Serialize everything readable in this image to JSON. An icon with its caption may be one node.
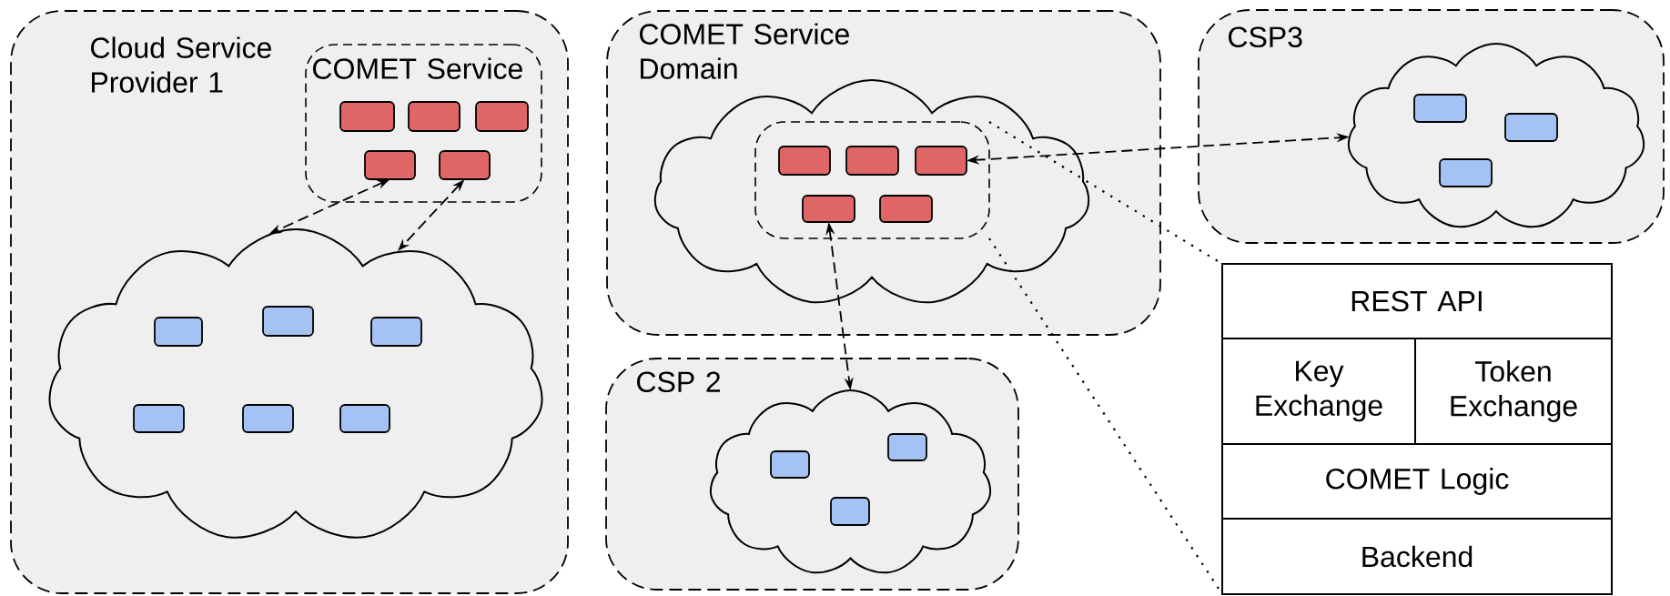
{
  "diagram": {
    "nodes": [
      {
        "text": [
          "Cloud Service Provider 1"
        ]
      },
      {
        "text": [
          "COMET Service"
        ],
        "in": 0
      },
      {
        "text": [],
        "shape": "box",
        "in": 1
      },
      {
        "text": [],
        "shape": "box",
        "in": 1
      },
      {
        "text": [],
        "shape": "box",
        "in": 1
      },
      {
        "text": [],
        "shape": "box",
        "in": 1
      },
      {
        "text": [],
        "shape": "box",
        "in": 1
      },
      {
        "text": [],
        "shape": "cloud",
        "in": 0
      },
      {
        "text": [],
        "shape": "box",
        "in": 7
      },
      {
        "text": [],
        "shape": "box",
        "in": 7
      },
      {
        "text": [],
        "shape": "box",
        "in": 7
      },
      {
        "text": [],
        "shape": "box",
        "in": 7
      },
      {
        "text": [],
        "shape": "box",
        "in": 7
      },
      {
        "text": [],
        "shape": "box",
        "in": 7
      },
      {
        "text": [
          "COMET Service Domain"
        ]
      },
      {
        "text": [],
        "shape": "cloud",
        "in": 14
      },
      {
        "text": [],
        "shape": "box",
        "in": 15
      },
      {
        "text": [],
        "shape": "box",
        "in": 16
      },
      {
        "text": [],
        "shape": "box",
        "in": 16
      },
      {
        "text": [],
        "shape": "box",
        "in": 16
      },
      {
        "text": [],
        "shape": "box",
        "in": 16
      },
      {
        "text": [],
        "shape": "box",
        "in": 16
      },
      {
        "text": [
          "CSP 2"
        ]
      },
      {
        "text": [],
        "shape": "cloud",
        "in": 22
      },
      {
        "text": [],
        "shape": "box",
        "in": 23
      },
      {
        "text": [],
        "shape": "box",
        "in": 23
      },
      {
        "text": [],
        "shape": "box",
        "in": 23
      },
      {
        "text": [
          "CSP3"
        ]
      },
      {
        "text": [],
        "shape": "cloud",
        "in": 27
      },
      {
        "text": [],
        "shape": "box",
        "in": 28
      },
      {
        "text": [],
        "shape": "box",
        "in": 28
      },
      {
        "text": [],
        "shape": "box",
        "in": 28
      },
      {
        "text": [
          "REST API"
        ]
      },
      {
        "text": [
          "Key Exchange"
        ]
      },
      {
        "text": [
          "Token Exchange"
        ]
      },
      {
        "text": [
          "COMET Logic"
        ]
      },
      {
        "text": [
          "Backend"
        ]
      }
    ],
    "edges": [
      {
        "from": 5,
        "to": 7,
        "arrow": "both",
        "style": "dashed"
      },
      {
        "from": 6,
        "to": 7,
        "arrow": "both",
        "style": "dashed"
      },
      {
        "from": 19,
        "to": 28,
        "arrow": "both",
        "style": "dashed"
      },
      {
        "from": 20,
        "to": 23,
        "arrow": "both",
        "style": "dashed"
      },
      {
        "from": 16,
        "to": 32,
        "arrow": "none",
        "style": "dashed"
      },
      {
        "from": 16,
        "to": 36,
        "arrow": "none",
        "style": "dashed"
      }
    ]
  }
}
